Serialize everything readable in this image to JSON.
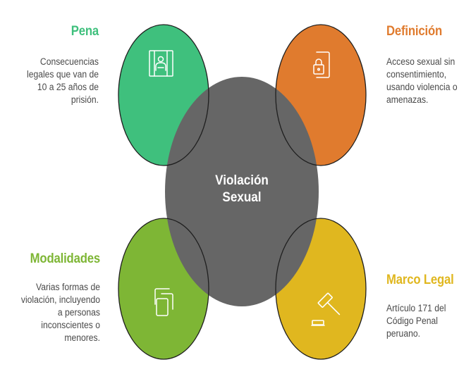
{
  "center": {
    "line1": "Violación",
    "line2": "Sexual"
  },
  "sections": {
    "pena": {
      "title": "Pena",
      "desc": [
        "Consecuencias",
        "legales que van de",
        "10 a 25 años de",
        "prisión."
      ],
      "icon": "prison-icon",
      "color": "#3fc07d"
    },
    "definicion": {
      "title": "Definición",
      "desc": [
        "Acceso sexual sin",
        "consentimiento,",
        "usando violencia o",
        "amenazas."
      ],
      "icon": "lock-icon",
      "color": "#e07b2e"
    },
    "modalidades": {
      "title": "Modalidades",
      "desc": [
        "Varias formas de",
        "violación, incluyendo",
        "a personas",
        "inconscientes o",
        "menores."
      ],
      "icon": "copy-icon",
      "color": "#7eb635"
    },
    "marco": {
      "title": "Marco Legal",
      "desc": [
        "Artículo 171 del",
        "Código Penal",
        "peruano."
      ],
      "icon": "gavel-icon",
      "color": "#e0b71f"
    }
  }
}
